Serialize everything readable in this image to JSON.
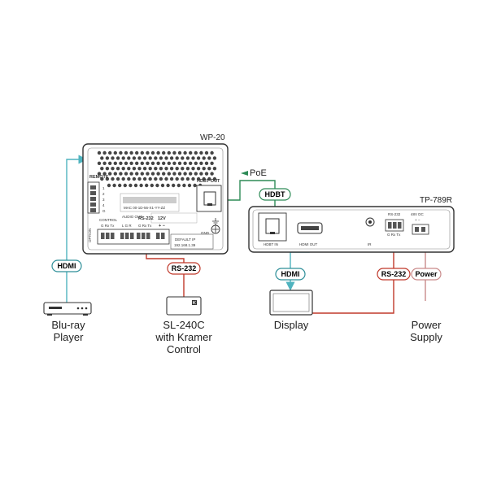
{
  "devices": {
    "wp20": {
      "name": "WP-20",
      "remote_label": "REMOTE",
      "remote_pins": [
        "1",
        "2",
        "3",
        "4",
        "G"
      ],
      "mac_label": "MAC 00-1D-56-X1-YY-ZZ",
      "hdbt_out_label": "HDBT OUT",
      "option_label": "OPTION",
      "control_label": "CONTROL",
      "control_pins": "G Rx Tx",
      "audio_out_label": "AUDIO OUT",
      "audio_pins": "L G R",
      "rs232_label": "RS-232",
      "rs232_pins": "G Rx Tx",
      "power_label": "12V",
      "power_pins": "+ −",
      "gnd_label": "GND",
      "default_ip_label": "DEFAULT IP",
      "default_ip": "192.168.1.39"
    },
    "tp789r": {
      "name": "TP-789R",
      "hdbt_in_label": "HDBT IN",
      "hdmi_out_label": "HDMI OUT",
      "ir_label": "IR",
      "rs232_label": "RS-232",
      "rs232_pins": "G Rx Tx",
      "power_label": "48V DC",
      "power_pins": "+ −"
    }
  },
  "tags": {
    "hdmi_left": "HDMI",
    "rs232_left": "RS-232",
    "poe": "PoE",
    "hdbt": "HDBT",
    "hdmi_right": "HDMI",
    "rs232_right": "RS-232",
    "power": "Power"
  },
  "peripherals": {
    "bluray": [
      "Blu-ray",
      "Player"
    ],
    "sl240c": [
      "SL-240C",
      "with Kramer",
      "Control"
    ],
    "display": [
      "Display"
    ],
    "power_supply": [
      "Power",
      "Supply"
    ]
  },
  "colors": {
    "hdmi_line": "#4fb3bf",
    "hdmi_tag_border": "#2e8f99",
    "rs232_line": "#c0392b",
    "poe_line": "#2e8b57",
    "power_line": "#c98a8a",
    "device_stroke": "#333333",
    "vent_fill": "#444444"
  },
  "icons": {
    "poe_arrow": "arrow-left-icon",
    "hdmi_arrow": "arrow-down-icon",
    "ground": "ground-icon"
  }
}
